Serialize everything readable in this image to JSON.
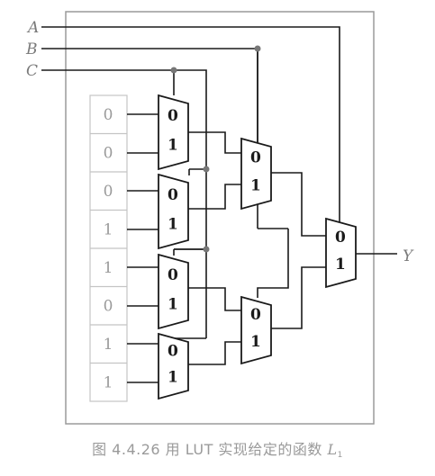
{
  "inputs": [
    "A",
    "B",
    "C"
  ],
  "output": "Y",
  "lut_values": [
    "0",
    "0",
    "0",
    "1",
    "1",
    "0",
    "1",
    "1"
  ],
  "mux_labels": {
    "top": "0",
    "bottom": "1"
  },
  "caption": {
    "prefix": "图 4.4.26    用 LUT 实现给定的函数 ",
    "function": "L",
    "subscript": "1"
  },
  "colors": {
    "frame": "#9a9a9a",
    "wire": "#1a1a1a",
    "mux_fill": "#ffffff",
    "lut_border": "#c4c4c4",
    "lut_text": "#9a9a9a",
    "input_label": "#7a7a7a",
    "dot": "#777777"
  }
}
